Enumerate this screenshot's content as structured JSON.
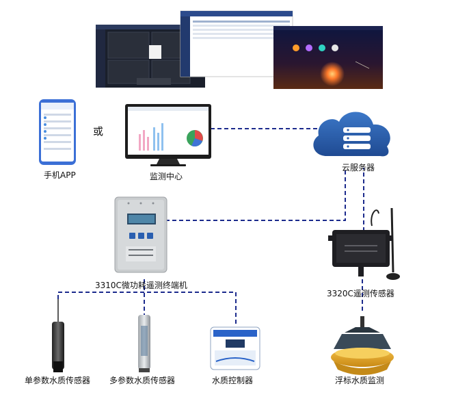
{
  "labels": {
    "mobile_app": "手机APP",
    "or": "或",
    "monitor_center": "监测中心",
    "cloud_server": "云服务器",
    "terminal_3310c": "3310C微功耗遥测终端机",
    "sensor_3320c": "3320C遥测传感器",
    "single_param": "单参数水质传感器",
    "multi_param": "多参数水质传感器",
    "wq_controller": "水质控制器",
    "buoy": "浮标水质监测"
  },
  "colors": {
    "dash_line": "#1b2a8c",
    "cloud": "#2f5fb0",
    "device_gray": "#c9ccce",
    "dark_box": "#1e1e22"
  }
}
